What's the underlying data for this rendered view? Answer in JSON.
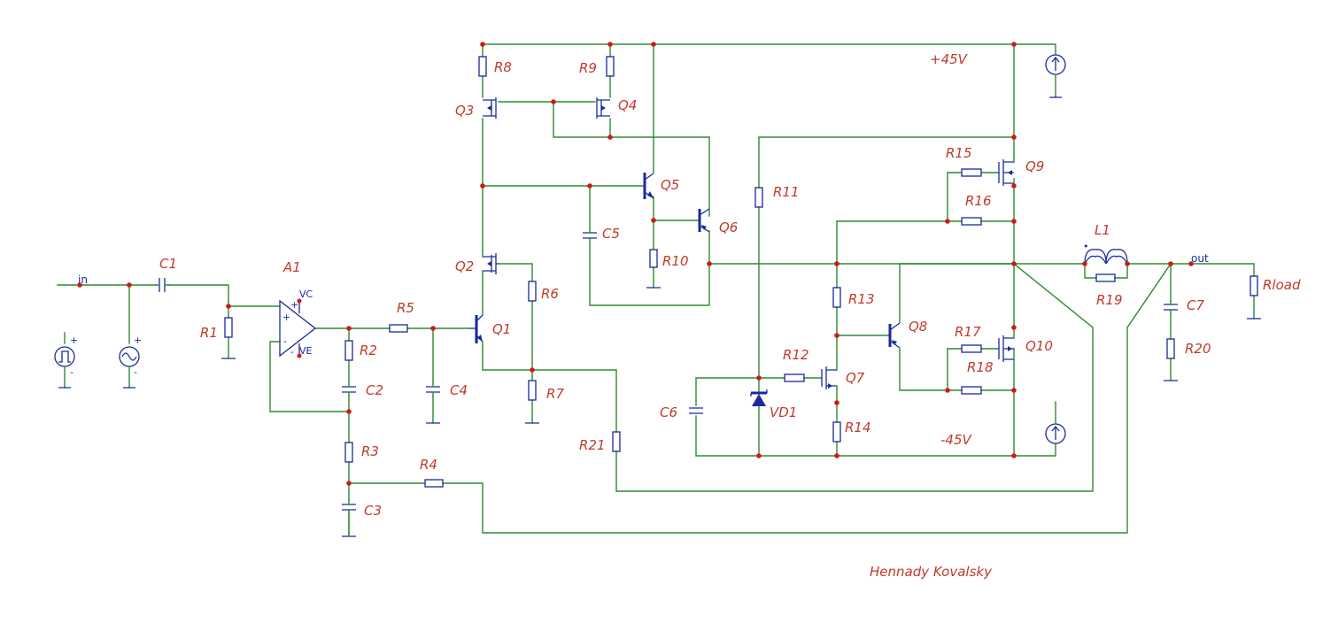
{
  "supply": {
    "positive": "+45V",
    "negative": "-45V"
  },
  "nets": {
    "input": "in",
    "output": "out"
  },
  "opamp": {
    "ref": "A1",
    "pin_vc": "VC",
    "pin_ve": "VE",
    "plus": "+",
    "minus": "-"
  },
  "sources": {
    "plus": "+",
    "minus": "-"
  },
  "resistors": [
    "R1",
    "R2",
    "R3",
    "R4",
    "R5",
    "R6",
    "R7",
    "R8",
    "R9",
    "R10",
    "R11",
    "R12",
    "R13",
    "R14",
    "R15",
    "R16",
    "R17",
    "R18",
    "R19",
    "R20",
    "R21",
    "Rload"
  ],
  "capacitors": [
    "C1",
    "C2",
    "C3",
    "C4",
    "C5",
    "C6",
    "C7"
  ],
  "transistors": [
    "Q1",
    "Q2",
    "Q3",
    "Q4",
    "Q5",
    "Q6",
    "Q7",
    "Q8",
    "Q9",
    "Q10"
  ],
  "inductor": {
    "ref": "L1",
    "dot": "•"
  },
  "diode": {
    "ref": "VD1"
  },
  "author": "Hennady Kovalsky",
  "colors": {
    "wire": "#2e8b2e",
    "component": "#1a2a9a",
    "label": "#c0392b",
    "junction": "#cc1a1a",
    "background": "#ffffff"
  }
}
